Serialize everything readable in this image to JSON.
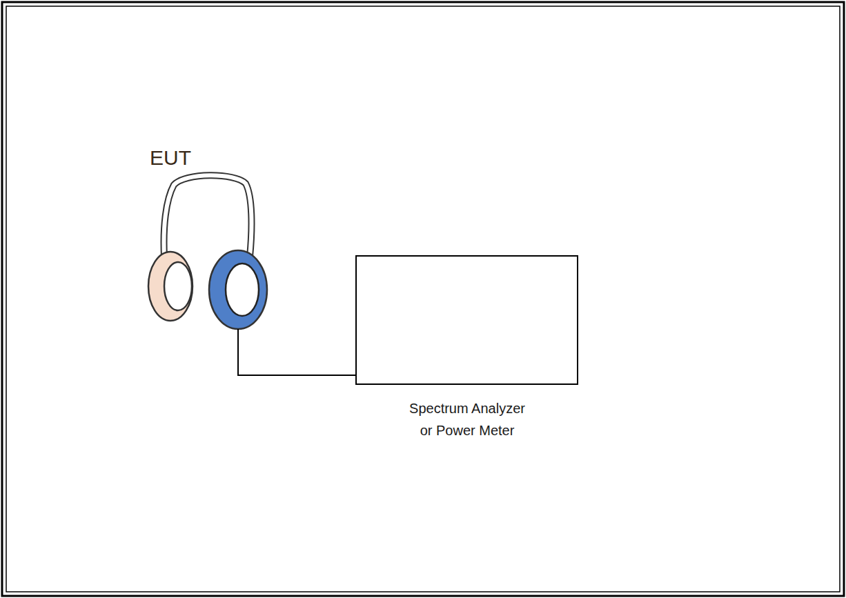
{
  "diagram": {
    "nodes": [
      {
        "text": [
          "EUT"
        ]
      },
      {
        "text": [
          "Spectrum Analyzer or Power Meter"
        ]
      }
    ],
    "edges": [
      {
        "from": 0,
        "to": 1,
        "arrow": "none"
      }
    ]
  }
}
